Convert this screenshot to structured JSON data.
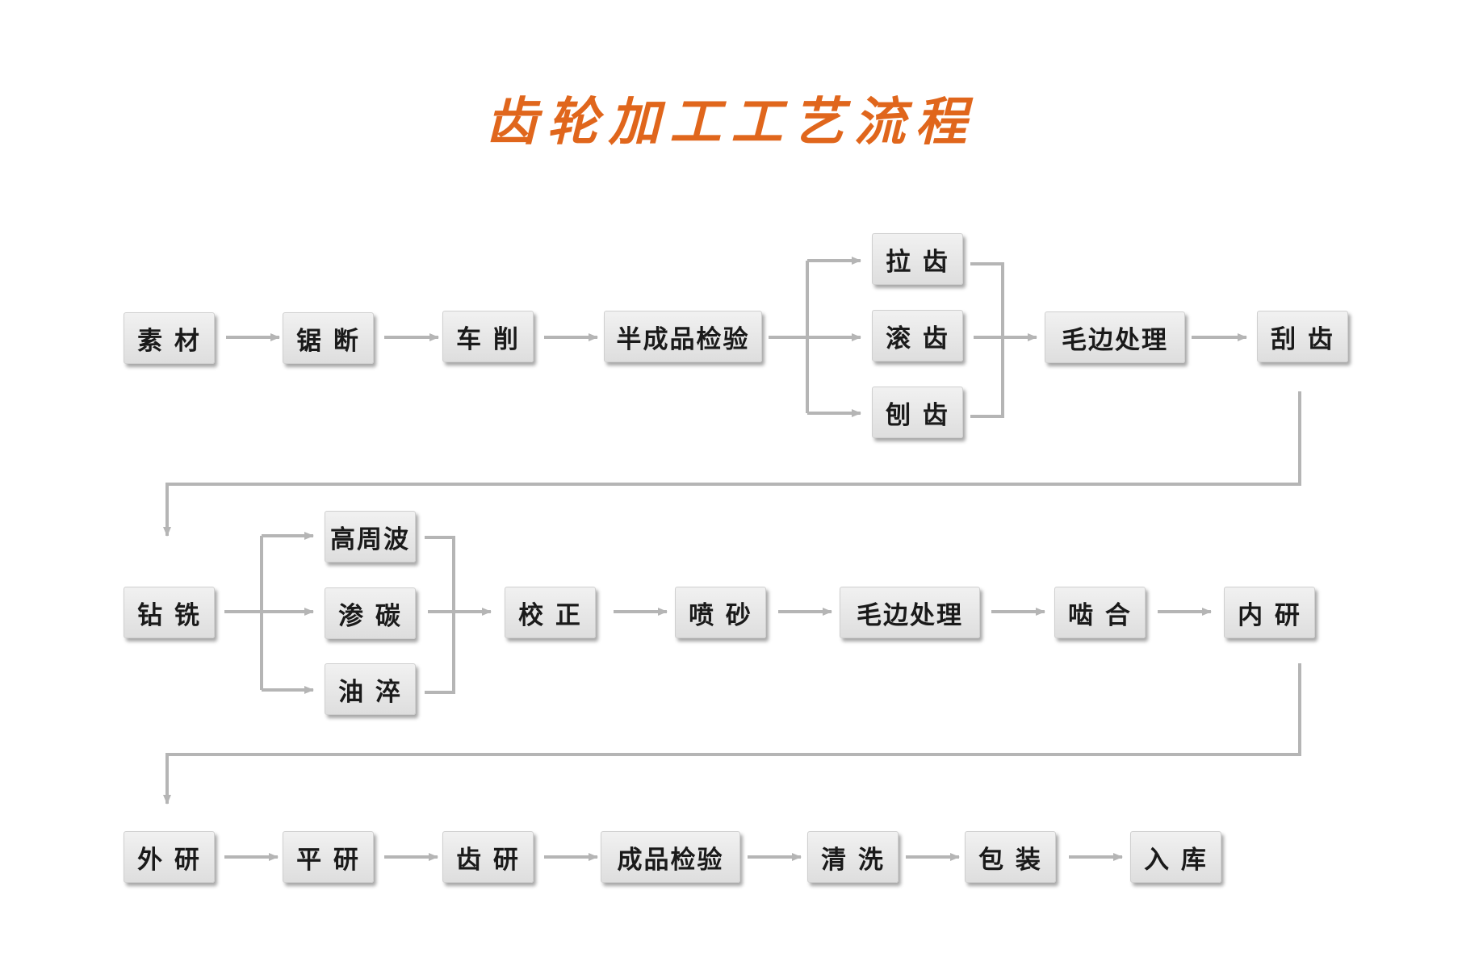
{
  "title": "齿轮加工工艺流程",
  "colors": {
    "title": "#e0661c",
    "arrow": "#b5b5b5",
    "box": "#e4e4e4"
  },
  "nodes": {
    "sucai": "素 材",
    "juduan": "锯 断",
    "chexiao": "车 削",
    "banchengpin": "半成品检验",
    "lachi": "拉 齿",
    "gunchi": "滚 齿",
    "paochi": "刨 齿",
    "maobian1": "毛边处理",
    "guachi": "刮 齿",
    "zuanxi": "钻 铣",
    "gaozhoubo": "高周波",
    "shentan": "渗 碳",
    "youcui": "油 淬",
    "jiaozheng": "校 正",
    "pensha": "喷 砂",
    "maobian2": "毛边处理",
    "niehe": "啮 合",
    "neiyan": "内 研",
    "waiyan": "外 研",
    "pingyan": "平 研",
    "chiyan": "齿 研",
    "chengpin": "成品检验",
    "qingxi": "清 洗",
    "baozhuang": "包 装",
    "ruku": "入 库"
  }
}
